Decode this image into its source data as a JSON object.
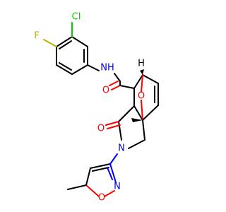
{
  "structure": {
    "atoms": {
      "cl": "Cl",
      "f": "F",
      "nh": "NH",
      "h_bridge": "H",
      "o_amide": "O",
      "o_bridge": "O",
      "o_lactam": "O",
      "n_lactam": "N",
      "n_isox": "N",
      "o_isox": "O"
    },
    "colors": {
      "carbon_bond": "#000000",
      "chlorine": "#00cc00",
      "fluorine": "#b3b300",
      "nitrogen": "#0000ff",
      "oxygen": "#ff0000"
    }
  }
}
